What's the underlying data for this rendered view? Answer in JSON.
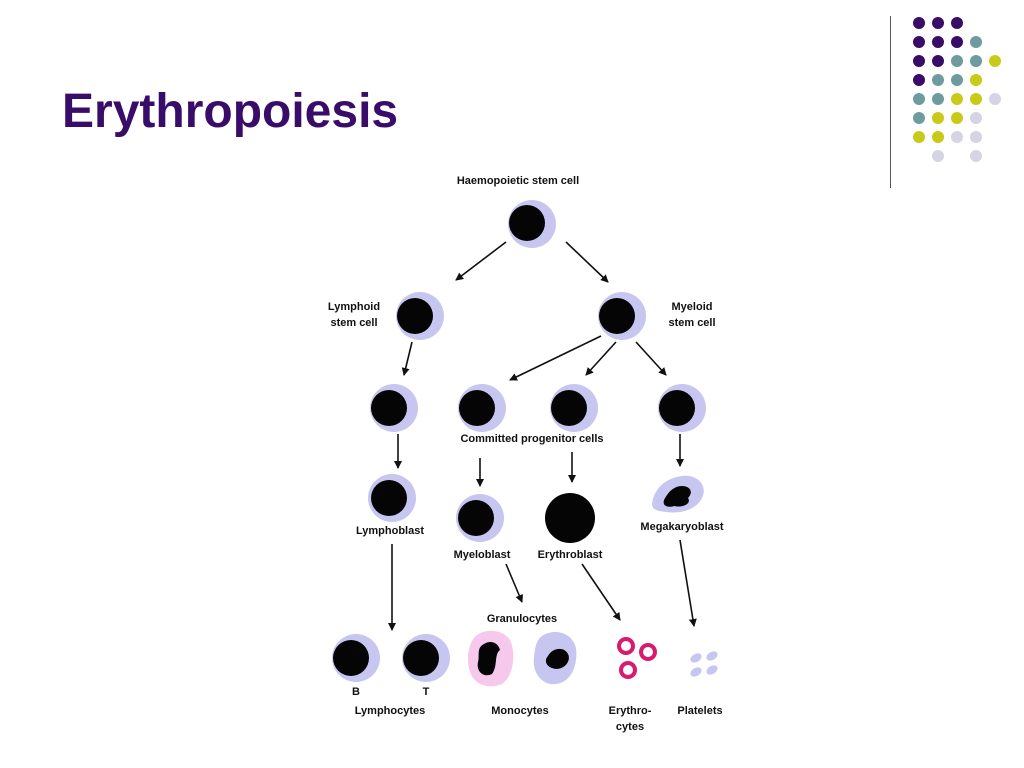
{
  "title": "Erythropoiesis",
  "colors": {
    "title": "#3a0c6a",
    "dot_purple": "#3a0c6a",
    "dot_teal": "#6e9c9e",
    "dot_yellow": "#c9c918",
    "dot_lavender": "#d4d4e4",
    "cell_halo": "#c6c6f0",
    "monocyte_pink": "#f6c8ec",
    "erythrocyte": "#d81b6e"
  },
  "diagram": {
    "haemopoietic": "Haemopoietic stem cell",
    "lymphoid_1": "Lymphoid",
    "lymphoid_2": "stem cell",
    "myeloid_1": "Myeloid",
    "myeloid_2": "stem cell",
    "committed": "Committed progenitor cells",
    "lymphoblast": "Lymphoblast",
    "myeloblast": "Myeloblast",
    "erythroblast": "Erythroblast",
    "megakaryoblast": "Megakaryoblast",
    "granulocytes": "Granulocytes",
    "b": "B",
    "t": "T",
    "lymphocytes": "Lymphocytes",
    "monocytes": "Monocytes",
    "erythrocytes_1": "Erythro-",
    "erythrocytes_2": "cytes",
    "platelets": "Platelets"
  }
}
